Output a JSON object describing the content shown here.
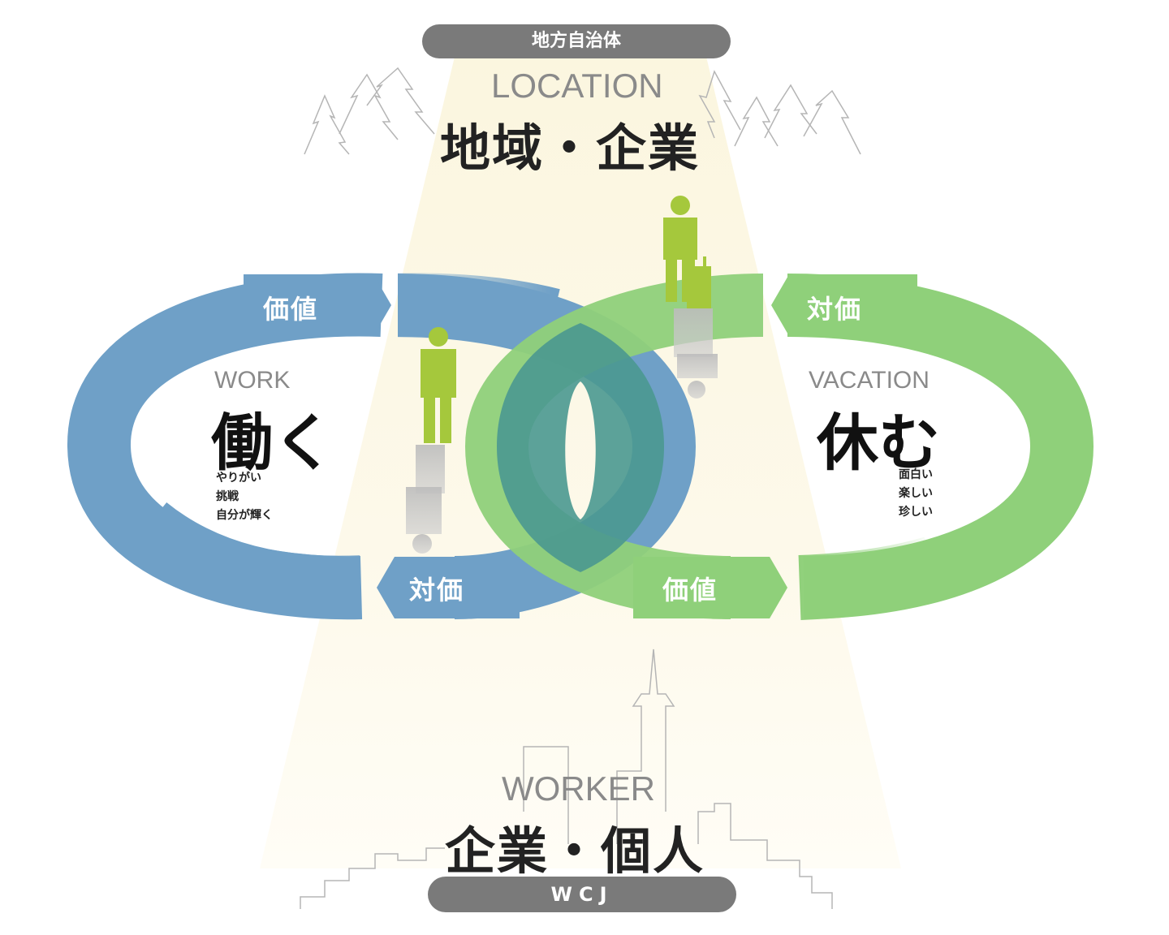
{
  "top_pill": "地方自治体",
  "bottom_pill": "WCJ",
  "location": {
    "en": "LOCATION",
    "jp": "地域・企業"
  },
  "worker": {
    "en": "WORKER",
    "jp": "企業・個人"
  },
  "work": {
    "en": "WORK",
    "jp": "働く",
    "items": [
      "やりがい",
      "挑戦",
      "自分が輝く"
    ]
  },
  "vacation": {
    "en": "VACATION",
    "jp": "休む",
    "items": [
      "面白い",
      "楽しい",
      "珍しい"
    ]
  },
  "arrows": {
    "work_top": "価値",
    "work_bottom": "対価",
    "vacation_top": "対価",
    "vacation_bottom": "価値"
  },
  "colors": {
    "blue": "#6fa0c7",
    "green": "#8fd07a",
    "overlap": "#4a9890",
    "figure": "#a5c83c",
    "pill": "#7a7a7a",
    "beam": "#fdfaea"
  }
}
